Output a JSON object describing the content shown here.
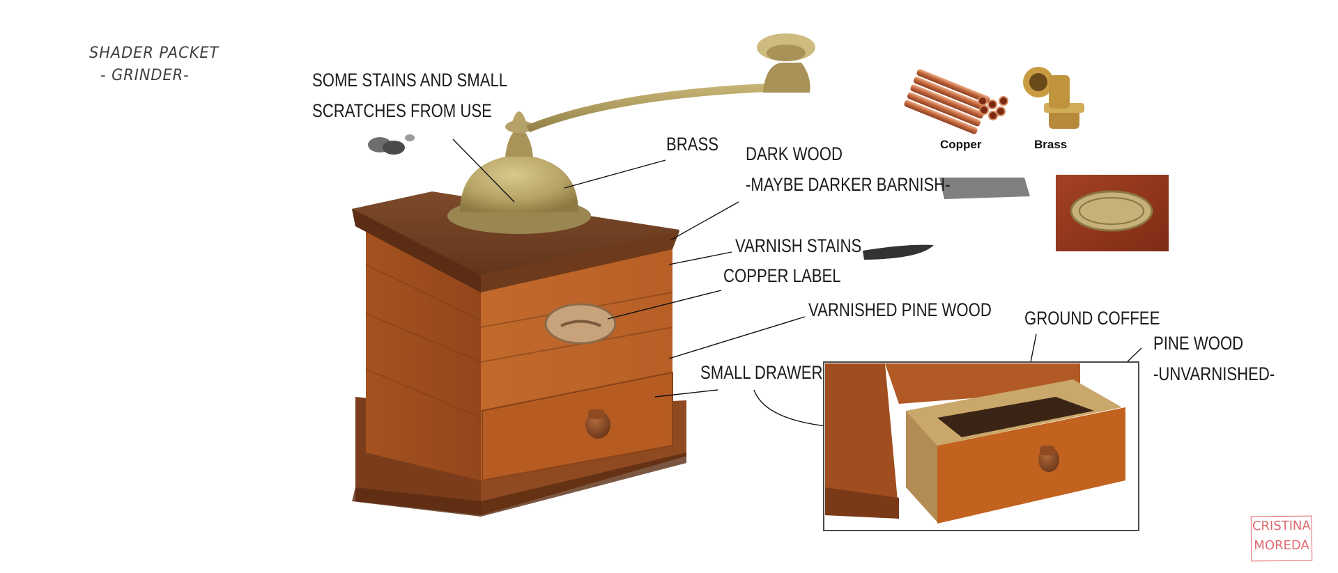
{
  "title": {
    "line1": "SHADER PACKET",
    "line2": "- GRINDER-"
  },
  "annotations": {
    "stains": [
      "SOME STAINS AND SMALL",
      "SCRATCHES FROM USE"
    ],
    "brass": "BRASS",
    "dark_wood": [
      "DARK WOOD",
      "-MAYBE DARKER BARNISH-"
    ],
    "varnish_stains": "VARNISH STAINS",
    "copper_label": "COPPER LABEL",
    "varnished_pine": "VARNISHED PINE WOOD",
    "small_drawer": "SMALL DRAWER",
    "ground_coffee": "GROUND COFFEE",
    "pine_wood": [
      "PINE WOOD",
      "-UNVARNISHED-"
    ]
  },
  "references": {
    "copper": "Copper",
    "brass": "Brass"
  },
  "signature": [
    "CRISTINA",
    "MOREDA"
  ],
  "colors": {
    "wood_orange": "#b4602a",
    "wood_dark": "#6b3a1e",
    "brass": "#b9a86a",
    "signature": "#e06a70"
  }
}
